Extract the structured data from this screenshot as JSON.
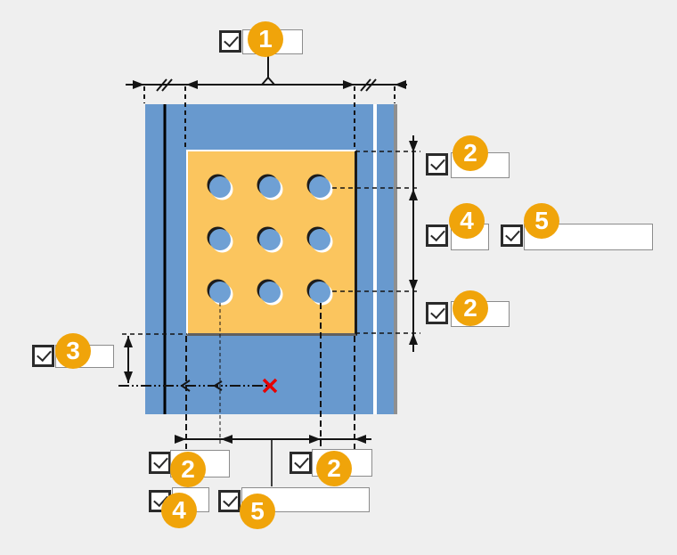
{
  "app": {
    "background": "#efefef"
  },
  "colors": {
    "panel_blue": "#6899CE",
    "plate_orange": "#FBC55E",
    "hole_blue": "#6FA0D4",
    "badge_orange": "#F0A40A",
    "dimension_line": "#141414",
    "marker_red": "#E60000",
    "checkbox_border": "#2B2B2B",
    "field_border": "#8C8C8C"
  },
  "drawing": {
    "hole_rows": 3,
    "hole_cols": 3,
    "marker": "pattern-center-cross"
  },
  "controls": {
    "top_width": {
      "badge": "1",
      "checked": true,
      "value": ""
    },
    "right_edge_top": {
      "badge": "2",
      "checked": true,
      "value": ""
    },
    "right_count": {
      "badge": "4",
      "checked": true,
      "value": ""
    },
    "right_spacing": {
      "badge": "5",
      "checked": true,
      "value": ""
    },
    "right_edge_bottom": {
      "badge": "2",
      "checked": true,
      "value": ""
    },
    "left_offset": {
      "badge": "3",
      "checked": true,
      "value": ""
    },
    "bottom_edge_left": {
      "badge": "2",
      "checked": true,
      "value": ""
    },
    "bottom_edge_right": {
      "badge": "2",
      "checked": true,
      "value": ""
    },
    "bottom_count": {
      "badge": "4",
      "checked": true,
      "value": ""
    },
    "bottom_spacing": {
      "badge": "5",
      "checked": true,
      "value": ""
    }
  }
}
